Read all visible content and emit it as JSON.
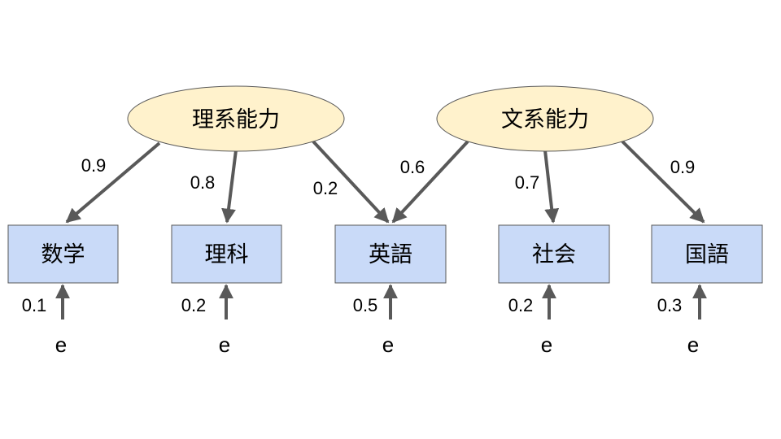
{
  "diagram": {
    "latent_factors": [
      {
        "id": "science",
        "label": "理系能力"
      },
      {
        "id": "humanities",
        "label": "文系能力"
      }
    ],
    "observed": [
      {
        "id": "math",
        "label": "数学"
      },
      {
        "id": "science_subject",
        "label": "理科"
      },
      {
        "id": "english",
        "label": "英語"
      },
      {
        "id": "social",
        "label": "社会"
      },
      {
        "id": "japanese",
        "label": "国語"
      }
    ],
    "loadings": [
      {
        "from": "science",
        "to": "math",
        "value": "0.9"
      },
      {
        "from": "science",
        "to": "science_subject",
        "value": "0.8"
      },
      {
        "from": "science",
        "to": "english",
        "value": "0.2"
      },
      {
        "from": "humanities",
        "to": "english",
        "value": "0.6"
      },
      {
        "from": "humanities",
        "to": "social",
        "value": "0.7"
      },
      {
        "from": "humanities",
        "to": "japanese",
        "value": "0.9"
      }
    ],
    "errors": [
      {
        "to": "math",
        "label": "e",
        "value": "0.1"
      },
      {
        "to": "science_subject",
        "label": "e",
        "value": "0.2"
      },
      {
        "to": "english",
        "label": "e",
        "value": "0.5"
      },
      {
        "to": "social",
        "label": "e",
        "value": "0.2"
      },
      {
        "to": "japanese",
        "label": "e",
        "value": "0.3"
      }
    ],
    "colors": {
      "latent_fill": "#fff2cc",
      "observed_fill": "#c9daf8",
      "line": "#595959"
    }
  }
}
